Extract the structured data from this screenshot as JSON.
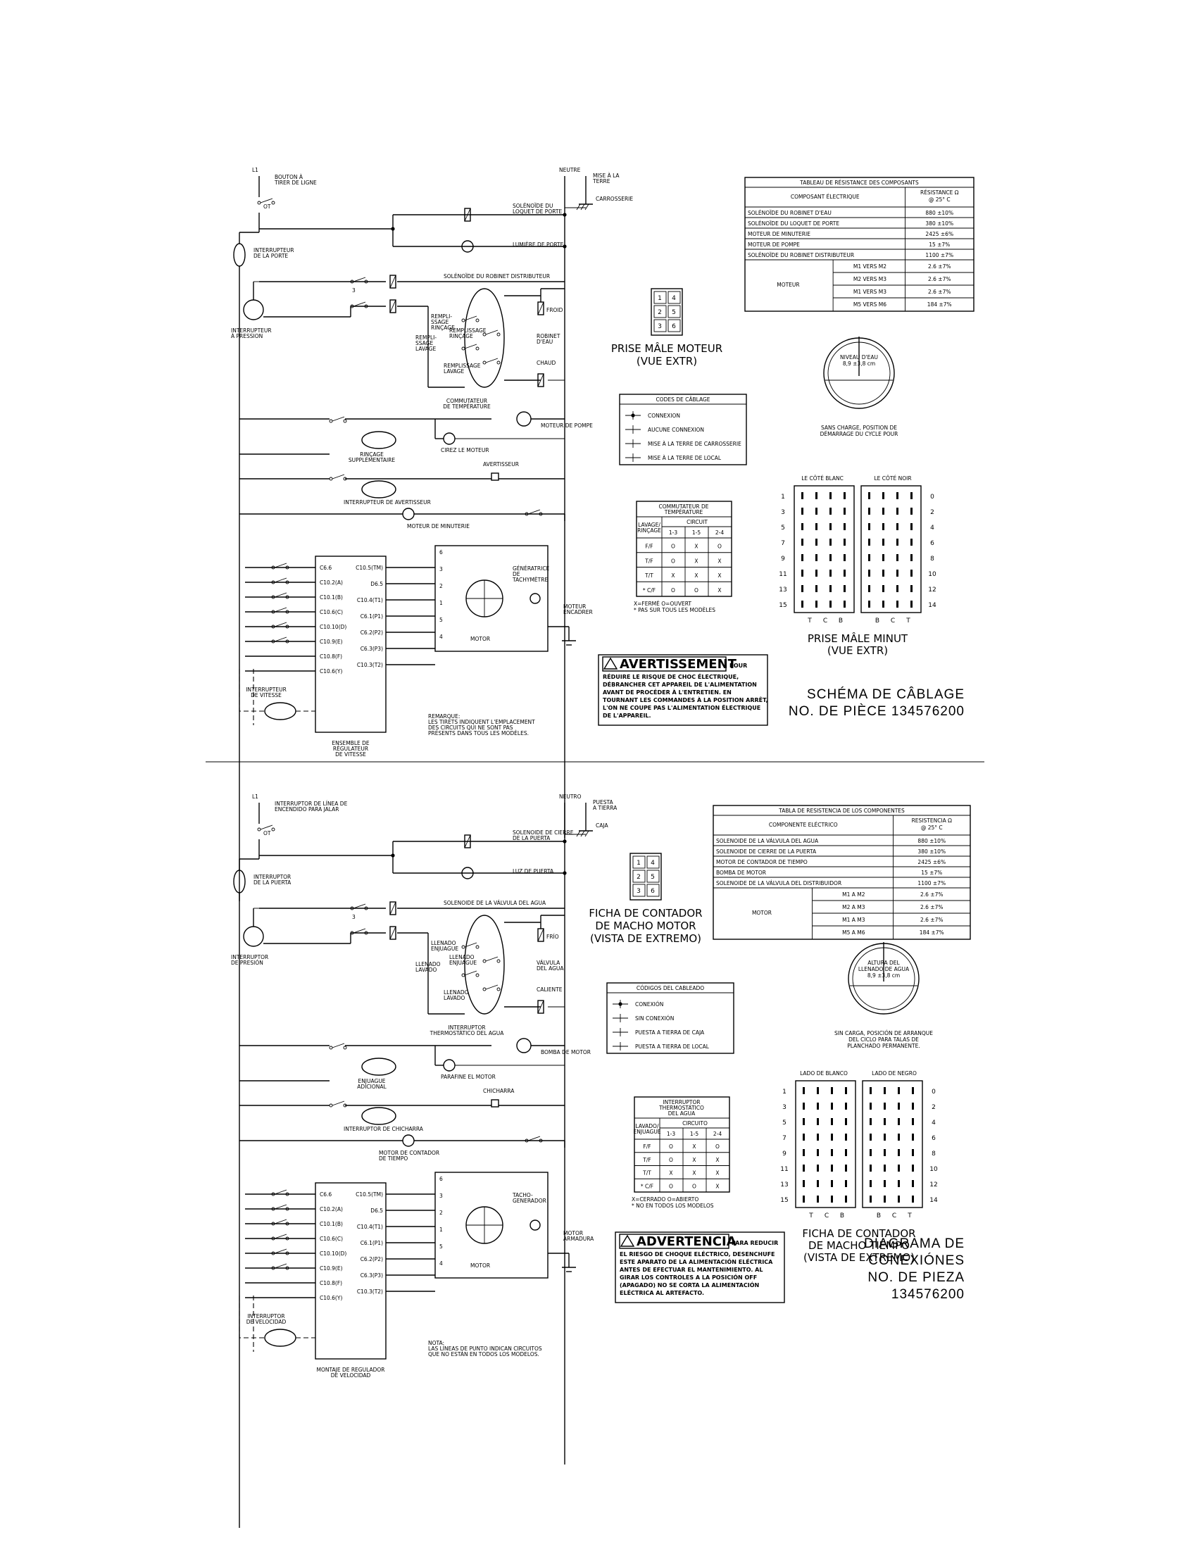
{
  "fr": {
    "schematic": {
      "l1": "L1",
      "pull_button": [
        "BOUTON À",
        "TIRER DE LIGNE"
      ],
      "ot": "OT",
      "neutral": "NEUTRE",
      "ground": [
        "MISE À LA",
        "TERRE"
      ],
      "cabinet": "CARROSSERIE",
      "door_lock_solenoid": [
        "SOLÉNOÏDE DU",
        "LOQUET DE PORTE"
      ],
      "door_light": "LUMIÈRE DE PORTE",
      "door_switch": [
        "INTERRUPTEUR",
        "DE LA PORTE"
      ],
      "dispenser_solenoid": "SOLÉNOÏDE DU ROBINET DISTRIBUTEUR",
      "pressure_switch": [
        "INTERRUPTEUR",
        "À PRESSION"
      ],
      "rinse_fill": [
        "REMPLI-",
        "SSAGE",
        "RINÇAGE"
      ],
      "wash_fill": [
        "REMPLI-",
        "SSAGE",
        "LAVAGE"
      ],
      "fill_rinse": [
        "REMPLISSAGE",
        "RINÇAGE"
      ],
      "fill_wash": [
        "REMPLISSAGE",
        "LAVAGE"
      ],
      "cold": "FROID",
      "water_valve": [
        "ROBINET",
        "D'EAU"
      ],
      "hot": "CHAUD",
      "temp_switch": [
        "COMMUTATEUR",
        "DE TEMPÉRATURE"
      ],
      "pump_motor": "MOTEUR DE POMPE",
      "drive_motor": "CIREZ LE MOTEUR",
      "extra_rinse": [
        "RINÇAGE",
        "SUPPLÉMENTAIRE"
      ],
      "buzzer": "AVERTISSEUR",
      "buzzer_switch": "INTERRUPTEUR DE AVERTISSEUR",
      "timer_motor": "MOTEUR DE MINUTERIE",
      "speed_switch": [
        "INTERRUPTEUR",
        "DE VITESSE"
      ],
      "tach_gen": [
        "GÉNÉRATRICE",
        "DE",
        "TACHYMÈTRE"
      ],
      "motor": "MOTOR",
      "frame_motor": [
        "MOTEUR",
        "ENCADRER"
      ],
      "regulator": [
        "ENSEMBLE DE",
        "RÉGULATEUR",
        "DE VITESSE"
      ],
      "note": [
        "REMARQUE:",
        "LES TIRETS INDIQUENT L'EMPLACEMENT",
        "DES CIRCUITS QUI NE SONT PAS",
        "PRÉSENTS DANS TOUS LES MODÈLES."
      ]
    },
    "resistance_table": {
      "title": "TABLEAU DE RÉSISTANCE DES COMPOSANTS",
      "col_component": "COMPOSANT ÉLECTRIQUE",
      "col_resistance": [
        "RÉSISTANCE Ω",
        "@ 25° C"
      ],
      "rows": [
        [
          "SOLÉNOÏDE DU ROBINET D'EAU",
          "880 ±10%"
        ],
        [
          "SOLÉNOÏDE DU LOQUET DE PORTE",
          "380 ±10%"
        ],
        [
          "MOTEUR DE MINUTERIE",
          "2425 ±6%"
        ],
        [
          "MOTEUR DE POMPE",
          "15 ±7%"
        ],
        [
          "SOLÉNOÏDE DU ROBINET DISTRIBUTEUR",
          "1100 ±7%"
        ]
      ],
      "motor_label": "MOTEUR",
      "motor_rows": [
        [
          "M1 VERS M2",
          "2.6 ±7%"
        ],
        [
          "M2 VERS M3",
          "2.6 ±7%"
        ],
        [
          "M1 VERS M3",
          "2.6 ±7%"
        ],
        [
          "M5 VERS M6",
          "184 ±7%"
        ]
      ]
    },
    "plug_motor": [
      "PRISE MÂLE MOTEUR",
      "(VUE EXTR)"
    ],
    "water_level": [
      "NIVEAU D'EAU",
      "8,9 ±3,8 cm"
    ],
    "water_level_note": [
      "SANS CHARGE, POSITION DE",
      "DÉMARRAGE DU CYCLE POUR"
    ],
    "wiring_codes": {
      "title": "CODES DE CÂBLAGE",
      "items": [
        "CONNEXION",
        "AUCUNE CONNEXION",
        "MISE À LA TERRE DE CARROSSERIE",
        "MISE À LA TERRE DE LOCAL"
      ]
    },
    "temp_table": {
      "title": [
        "COMMUTATEUR DE",
        "TEMPÉRATURE"
      ],
      "col_left": [
        "LAVAGE/",
        "RINÇAGE"
      ],
      "col_circuit": "CIRCUIT",
      "sub": [
        "1-3",
        "1-5",
        "2-4"
      ],
      "rows": [
        [
          "F/F",
          "O",
          "X",
          "O"
        ],
        [
          "T/F",
          "O",
          "X",
          "X"
        ],
        [
          "T/T",
          "X",
          "X",
          "X"
        ],
        [
          "* C/F",
          "O",
          "O",
          "X"
        ]
      ],
      "legend": [
        "X=FERMÉ     O=OUVERT",
        "* PAS SUR TOUS LES MODÈLES"
      ]
    },
    "timer_plug": {
      "white_side": "LE CÔTÉ BLANC",
      "black_side": "LE CÔTÉ NOIR",
      "left_nums": [
        "1",
        "3",
        "5",
        "7",
        "9",
        "11",
        "13",
        "15"
      ],
      "right_nums": [
        "0",
        "2",
        "4",
        "6",
        "8",
        "10",
        "12",
        "14"
      ],
      "bottom_left": [
        "T",
        "C",
        "B"
      ],
      "bottom_right": [
        "B",
        "C",
        "T"
      ],
      "caption": [
        "PRISE MÂLE MINUT",
        "(VUE EXTR)"
      ]
    },
    "warning": {
      "word": "AVERTISSEMENT",
      "suffix": "POUR",
      "lines": [
        "RÉDUIRE LE RISQUE DE CHOC ÉLECTRIQUE,",
        "DÉBRANCHER CET APPAREIL DE L'ALIMENTATION",
        "AVANT DE PROCÉDER À L'ENTRETIEN. EN",
        "TOURNANT LES COMMANDES À LA POSITION ARRÊT,",
        "L'ON NE COUPE PAS L'ALIMENTATION ÉLECTRIQUE",
        "DE L'APPAREIL."
      ]
    },
    "title": [
      "SCHÉMA DE CÂBLAGE",
      "NO. DE PIÈCE 134576200"
    ]
  },
  "es": {
    "schematic": {
      "l1": "L1",
      "pull_button": [
        "INTERRUPTOR DE LÍNEA DE",
        "ENCENDIDO PARA JALAR"
      ],
      "ot": "OT",
      "neutral": "NEUTRO",
      "ground": [
        "PUESTA",
        "A TIERRA"
      ],
      "cabinet": "CAJA",
      "door_lock_solenoid": [
        "SOLENOIDE DE CIERRE",
        "DE LA PUERTA"
      ],
      "door_light": "LUZ DE PUERTA",
      "door_switch": [
        "INTERRUPTOR",
        "DE LA PUERTA"
      ],
      "dispenser_solenoid": "SOLENOIDE DE LA VÁLVULA DEL AGUA",
      "pressure_switch": [
        "INTERRUPTOR",
        "DE PRESIÓN"
      ],
      "rinse_fill": [
        "LLENADO",
        "ENJUAGUE"
      ],
      "wash_fill": [
        "LLENADO",
        "LAVADO"
      ],
      "fill_rinse": [
        "LLENADO",
        "ENJUAGUE"
      ],
      "fill_wash": [
        "LLENADO",
        "LAVADO"
      ],
      "cold": "FRÍO",
      "water_valve": [
        "VÁLVULA",
        "DEL AGUA"
      ],
      "hot": "CALIENTE",
      "temp_switch": [
        "INTERRUPTOR",
        "THERMOSTÁTICO DEL AGUA"
      ],
      "pump_motor": "BOMBA DE MOTOR",
      "drive_motor": "PARAFINE EL MOTOR",
      "extra_rinse": [
        "ENJUAGUE",
        "ADICIONAL"
      ],
      "buzzer": "CHICHARRA",
      "buzzer_switch": "INTERRUPTOR DE CHICHARRA",
      "timer_motor": [
        "MOTOR DE CONTADOR",
        "DE TIEMPO"
      ],
      "speed_switch": [
        "INTERRUPTOR",
        "DE VELOCIDAD"
      ],
      "tach_gen": [
        "TACHO-",
        "GENERADOR"
      ],
      "motor": "MOTOR",
      "frame_motor": [
        "MOTOR",
        "ARMADURA"
      ],
      "regulator": [
        "MONTAJE DE REGULADOR",
        "DE VELOCIDAD"
      ],
      "note": [
        "NOTA:",
        "LAS LÍNEAS DE PUNTO INDICAN CIRCUITOS",
        "QUE NO ESTÁN EN TODOS LOS MODELOS."
      ]
    },
    "resistance_table": {
      "title": "TABLA DE RESISTENCIA DE LOS COMPONENTES",
      "col_component": "COMPONENTE ELÉCTRICO",
      "col_resistance": [
        "RESISTENCIA Ω",
        "@ 25° C"
      ],
      "rows": [
        [
          "SOLENOIDE DE LA VÁLVULA DEL AGUA",
          "880 ±10%"
        ],
        [
          "SOLENOIDE DE CIERRE DE LA PUERTA",
          "380 ±10%"
        ],
        [
          "MOTOR DE CONTADOR DE TIEMPO",
          "2425 ±6%"
        ],
        [
          "BOMBA DE MOTOR",
          "15 ±7%"
        ],
        [
          "SOLENOIDE DE LA VÁLVULA DEL DISTRIBUIDOR",
          "1100 ±7%"
        ]
      ],
      "motor_label": "MOTOR",
      "motor_rows": [
        [
          "M1 A M2",
          "2.6 ±7%"
        ],
        [
          "M2 A M3",
          "2.6 ±7%"
        ],
        [
          "M1 A M3",
          "2.6 ±7%"
        ],
        [
          "M5 A M6",
          "184 ±7%"
        ]
      ]
    },
    "plug_motor": [
      "FICHA DE CONTADOR",
      "DE MACHO MOTOR",
      "(VISTA DE EXTREMO)"
    ],
    "water_level": [
      "ALTURA DEL",
      "LLENADO DE AGUA",
      "8,9 ±3,8 cm"
    ],
    "water_level_note": [
      "SIN CARGA, POSICIÓN DE ARRANQUE",
      "DEL CICLO PARA TALAS DE",
      "PLANCHADO PERMANENTE."
    ],
    "wiring_codes": {
      "title": "CÓDIGOS DEL CABLEADO",
      "items": [
        "CONEXIÓN",
        "SIN CONEXIÓN",
        "PUESTA A TIERRA DE CAJA",
        "PUESTA A TIERRA DE LOCAL"
      ]
    },
    "temp_table": {
      "title": [
        "INTERRUPTOR",
        "THERMOSTÁTICO",
        "DEL AGUA"
      ],
      "col_left": [
        "LAVADO/",
        "ENJUAGUE"
      ],
      "col_circuit": "CIRCUITO",
      "sub": [
        "1-3",
        "1-5",
        "2-4"
      ],
      "rows": [
        [
          "F/F",
          "O",
          "X",
          "O"
        ],
        [
          "T/F",
          "O",
          "X",
          "X"
        ],
        [
          "T/T",
          "X",
          "X",
          "X"
        ],
        [
          "* C/F",
          "O",
          "O",
          "X"
        ]
      ],
      "legend": [
        "X=CERRADO     O=ABIERTO",
        "* NO EN TODOS LOS MODELOS"
      ]
    },
    "timer_plug": {
      "white_side": "LADO DE BLANCO",
      "black_side": "LADO DE NEGRO",
      "left_nums": [
        "1",
        "3",
        "5",
        "7",
        "9",
        "11",
        "13",
        "15"
      ],
      "right_nums": [
        "0",
        "2",
        "4",
        "6",
        "8",
        "10",
        "12",
        "14"
      ],
      "bottom_left": [
        "T",
        "C",
        "B"
      ],
      "bottom_right": [
        "B",
        "C",
        "T"
      ],
      "caption": [
        "FICHA DE CONTADOR",
        "DE MACHO TIEMPO",
        "(VISTA DE EXTREMO)"
      ]
    },
    "warning": {
      "word": "ADVERTENCIA",
      "suffix": "PARA REDUCIR",
      "lines": [
        "EL RIESGO DE CHOQUE ELÉCTRICO, DESENCHUFE",
        "ESTE APARATO DE LA ALIMENTACIÓN ELÉCTRICA",
        "ANTES DE EFECTUAR EL MANTENIMIENTO. AL",
        "GIRAR LOS CONTROLES A LA POSICIÓN OFF",
        "(APAGADO) NO SE CORTA LA ALIMENTACIÓN",
        "ELÉCTRICA AL ARTEFACTO."
      ]
    },
    "title": [
      "DIAGRAMA DE",
      "CONEXIÓNES",
      "NO. DE PIEZA",
      "134576200"
    ]
  },
  "shared": {
    "plug_pins": [
      "1",
      "4",
      "2",
      "5",
      "3",
      "6"
    ],
    "timer_contacts": [
      "C6.6",
      "C10.2(A)",
      "C10.1(B)",
      "C10.6(C)",
      "C10.10(D)",
      "C10.9(E)",
      "C10.8(F)",
      "C10.6(Y)"
    ],
    "timer_right": [
      "C10.5(TM)",
      "D6.5",
      "C10.4(T1)",
      "C6.1(P1)",
      "C6.2(P2)",
      "C6.3(P3)",
      "C10.3(T2)"
    ],
    "motor_pins": [
      "6",
      "3",
      "2",
      "1",
      "5",
      "4"
    ]
  }
}
